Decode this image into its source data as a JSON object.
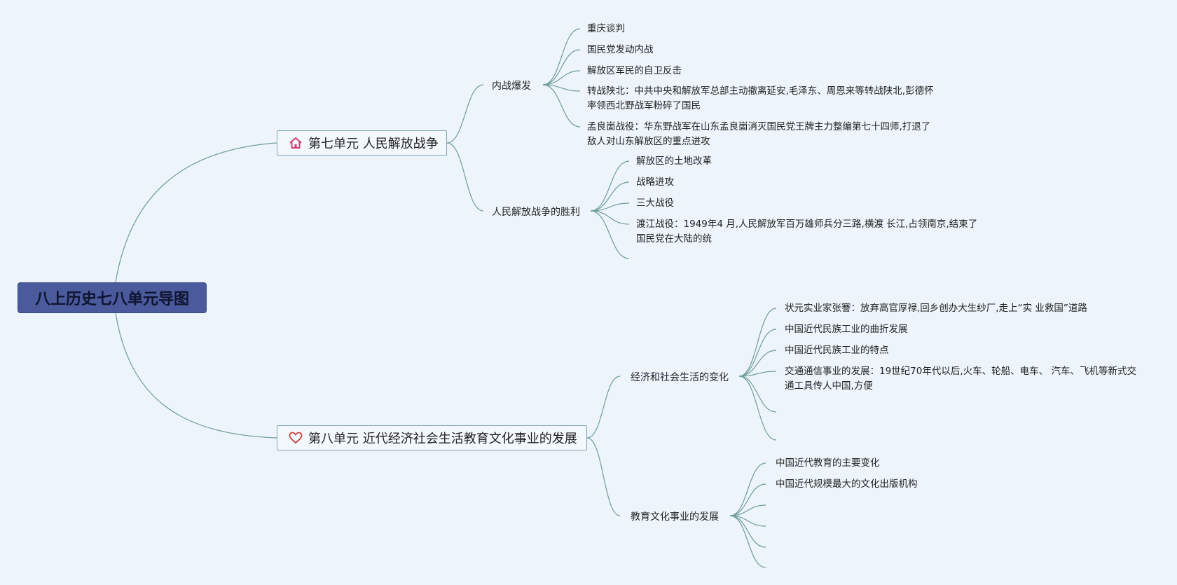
{
  "root": {
    "label": "八上历史七八单元导图"
  },
  "units": [
    {
      "label": "第七单元 人民解放战争",
      "icon": "home-icon",
      "icon_color": "#d23c6e",
      "sections": [
        {
          "label": "内战爆发",
          "items": [
            "重庆谈判",
            "国民党发动内战",
            "解放区军民的自卫反击",
            "转战陕北：中共中央和解放军总部主动撤离延安,毛泽东、周恩来等转战陕北,彭德怀率领西北野战军粉碎了国民",
            "孟良崮战役：华东野战军在山东孟良崮消灭国民党王牌主力整编第七十四师,打退了敌人对山东解放区的重点进攻"
          ]
        },
        {
          "label": "人民解放战争的胜利",
          "items": [
            "解放区的土地改革",
            "战略进攻",
            "三大战役",
            "渡江战役：1949年4 月,人民解放军百万雄师兵分三路,横渡 长江,占领南京,结束了国民党在大陆的统",
            ""
          ]
        }
      ]
    },
    {
      "label": "第八单元 近代经济社会生活教育文化事业的发展",
      "icon": "heart-icon",
      "icon_color": "#d43a3a",
      "sections": [
        {
          "label": "经济和社会生活的变化",
          "items": [
            "状元实业家张謇：放弃高官厚禄,回乡创办大生纱厂,走上“实 业救国”道路",
            "中国近代民族工业的曲折发展",
            "中国近代民族工业的特点",
            "交通通信事业的发展：19世纪70年代以后,火车、轮船、电车、 汽车、飞机等新式交通工具传人中国,方便",
            "",
            ""
          ]
        },
        {
          "label": "教育文化事业的发展",
          "items": [
            "中国近代教育的主要变化",
            "中国近代规模最大的文化出版机构",
            "",
            "",
            "",
            ""
          ]
        }
      ]
    }
  ],
  "colors": {
    "line": "#6f9c9c",
    "root_bg": "#4a5a9c",
    "background": "#edf4fb"
  }
}
